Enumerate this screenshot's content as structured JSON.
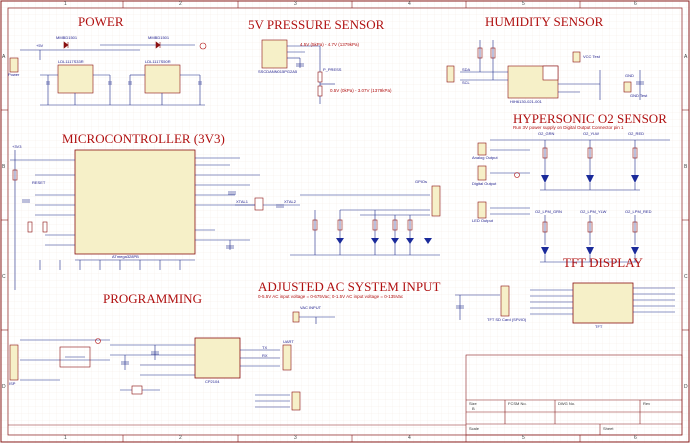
{
  "sections": {
    "power": "POWER",
    "pressure": "5V PRESSURE SENSOR",
    "humidity": "HUMIDITY SENSOR",
    "hypersonic": "HYPERSONIC O2 SENSOR",
    "microcontroller": "MICROCONTROLLER (3V3)",
    "programming": "PROGRAMMING",
    "ac_input": "ADJUSTED AC SYSTEM INPUT",
    "tft": "TFT DISPLAY"
  },
  "notes": {
    "pressure_hi": "4.5V (5kPa) - 4.7V (1379kPa)",
    "pressure_lo": "0.5V (0kPa) - 3.07V (1379kPa)",
    "ac_note": "0-5.5V AC input voltage = 0-675Vac; 0-1.5V AC input voltage = 0-135Vac",
    "hyper_note": "Run 3V power supply on Digital Output Connector pin 1"
  },
  "parts": {
    "u1": "LDL1117S33R",
    "u2": "LDL1117S50R",
    "u3": "ATmega328PB",
    "u_hum": "HIH6130-021-001",
    "u_tft": "TFT",
    "u_prog": "CP2104",
    "d1": "MMBD1501",
    "d2": "MMBD1501",
    "press_sensor": "SSCDANN015PG2A5"
  },
  "net_labels": {
    "p5v": "+5V",
    "p3v3": "+3V3",
    "gnd": "GND",
    "sda": "SDA",
    "scl": "SCL",
    "reset": "RESET",
    "tx": "TX",
    "rx": "RX",
    "vac_input": "VAC INPUT",
    "press": "P_PRESS",
    "gpio": "GPIOs",
    "xtal1": "XTAL1",
    "xtal2": "XTAL2",
    "led_o2_grn": "O2_LPM_GRN",
    "led_o2_yel": "O2_LPM_YLW",
    "led_o2_red": "O2_LPM_RED",
    "led_grn": "O2_GRN",
    "led_yel": "O2_YLW",
    "led_red": "O2_RED",
    "vcc_test": "VCC Test",
    "gnd_test": "GND Test",
    "power_conn": "Power",
    "analog_out": "Analog Output",
    "digital_out": "Digital Output",
    "led_output": "LED Output",
    "tft_sd": "TFT SD Card (SPI/IO)",
    "isp": "ISP",
    "uart": "UART"
  },
  "ruler": {
    "cols": [
      "1",
      "2",
      "3",
      "4",
      "5",
      "6"
    ],
    "rows": [
      "A",
      "B",
      "C",
      "D"
    ]
  },
  "title_block": {
    "size_label": "Size",
    "size_value": "B",
    "fcsm_label": "FCSM No.",
    "dwg_label": "DWG No.",
    "rev_label": "Rev",
    "scale_label": "Scale",
    "sheet_label": "Sheet"
  },
  "colors": {
    "border": "#8a1f1f",
    "wire": "#1f2a8a",
    "part": "#8a1010",
    "led": "#1a2a9a",
    "title": "#b01010",
    "grid": "#e8d8d0",
    "part_fill": "#f6f0c8"
  }
}
